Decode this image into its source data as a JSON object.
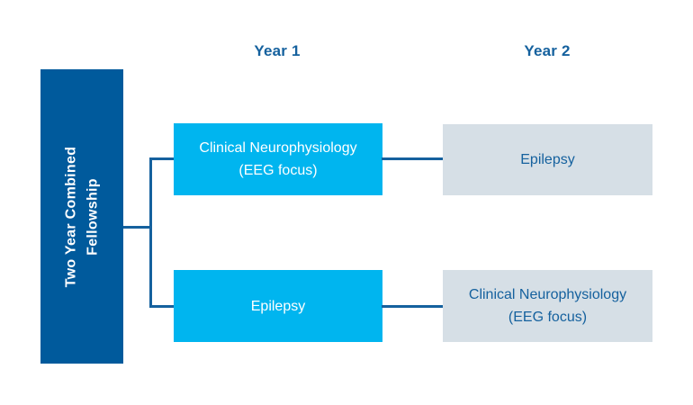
{
  "diagram": {
    "title": "Two Year Combined Fellowship",
    "root": {
      "label_line_1": "Two Year Combined",
      "label_line_2": "Fellowship"
    },
    "headers": [
      {
        "id": "year-1",
        "label": "Year 1"
      },
      {
        "id": "year-2",
        "label": "Year 2"
      }
    ],
    "tracks": [
      {
        "id": "track-1",
        "year1": {
          "line_1": "Clinical Neurophysiology",
          "line_2": "(EEG focus)"
        },
        "year2": {
          "line_1": "Epilepsy",
          "line_2": ""
        }
      },
      {
        "id": "track-2",
        "year1": {
          "line_1": "Epilepsy",
          "line_2": ""
        },
        "year2": {
          "line_1": "Clinical Neurophysiology",
          "line_2": "(EEG focus)"
        }
      }
    ],
    "colors": {
      "root_box": "#005a9c",
      "primary_box": "#00b5ef",
      "secondary_box": "#d6dfe6",
      "connector": "#15619e",
      "header_text": "#15619e",
      "primary_text": "#ffffff",
      "secondary_text": "#15619e",
      "background": "#ffffff"
    }
  }
}
